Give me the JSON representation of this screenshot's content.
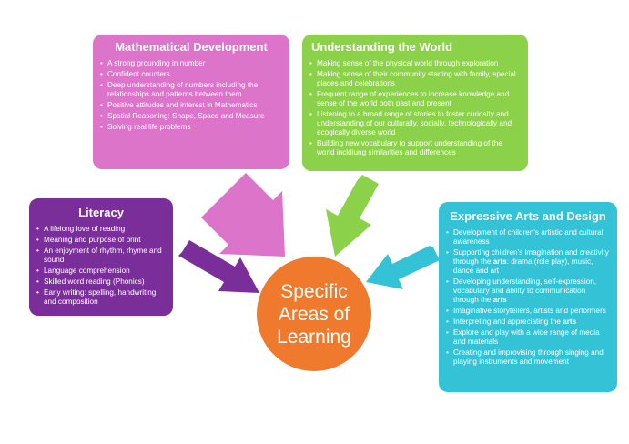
{
  "center": {
    "lines": [
      "Specific",
      "Areas of",
      "Learning"
    ]
  },
  "math": {
    "title": "Mathematical Development",
    "items": [
      "A strong grounding in number",
      "Confident counters",
      "Deep understanding of numbers including the relationships and patterns between them",
      "Positive attitudes and interest in Mathematics",
      "Spatial Reasoning: Shape, Space and Measure",
      "Solving real life problems"
    ]
  },
  "world": {
    "title": "Understanding the World",
    "items": [
      "Making sense of the physical world through exploration",
      "Making sense of their community starting with family, special places and celebrations",
      "Frequent range of experiences to increase knowledge and sense of the world both past and present",
      "Listening to a broad range of stories to foster curiosity and understanding of our culturally, socially, technologically and ecogically diverse world",
      "Building new vocabulary to support understanding of the world incldiung similarities and differences"
    ]
  },
  "literacy": {
    "title": "Literacy",
    "items": [
      "A lifelong love of reading",
      "Meaning and purpose of print",
      "An enjoyment of rhythm, rhyme and sound",
      "Language comprehension",
      "Skilled word reading (Phonics)",
      "Early writing: spelling, handwriting and composition"
    ]
  },
  "arts": {
    "title": "Expressive Arts and Design",
    "items": [
      "Development of children's artistic and cultural awareness",
      {
        "pre": "Supporting children's imagination and creativity through the ",
        "bold": "arts",
        "post": ": drama (role play), music, dance and art"
      },
      {
        "pre": "Developing understanding, self-expression, vocabulary and ability to communication through the ",
        "bold": "arts",
        "post": ""
      },
      "Imaginative storytellers, artists and performers",
      {
        "pre": "Interpreting and appreciating the ",
        "bold": "arts",
        "post": ""
      },
      "Explore and play with a wide range of media and materials",
      "Creating and improvising through singing and playing instruments and movement"
    ]
  },
  "colors": {
    "math": "#dc74c9",
    "world": "#8cd14a",
    "literacy": "#7a2e9a",
    "arts": "#34c3d6",
    "center": "#ef7a2d"
  }
}
